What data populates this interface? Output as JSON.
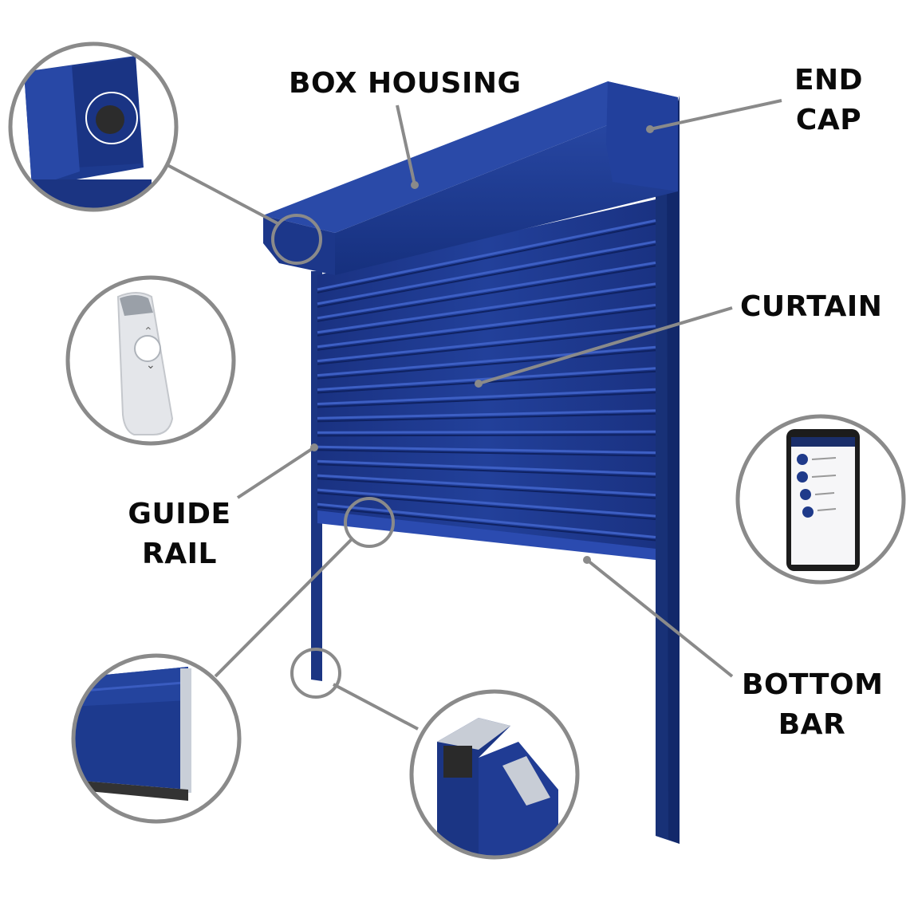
{
  "labels": {
    "box_housing": "BOX HOUSING",
    "end_cap": [
      "END",
      "CAP"
    ],
    "curtain": "CURTAIN",
    "guide_rail": [
      "GUIDE",
      "RAIL"
    ],
    "bottom_bar": [
      "BOTTOM",
      "BAR"
    ]
  },
  "colors": {
    "shutter_blue": "#1f3a8a",
    "shutter_dark": "#132866",
    "leader_gray": "#8a8a8a",
    "label_text": "#0a0a0a"
  },
  "icons": {
    "motor": "motor-end-detail-icon",
    "remote": "remote-control-icon",
    "phone": "smartphone-app-icon",
    "bottom_profile": "bottom-bar-profile-icon",
    "rail_profile": "guide-rail-profile-icon"
  }
}
